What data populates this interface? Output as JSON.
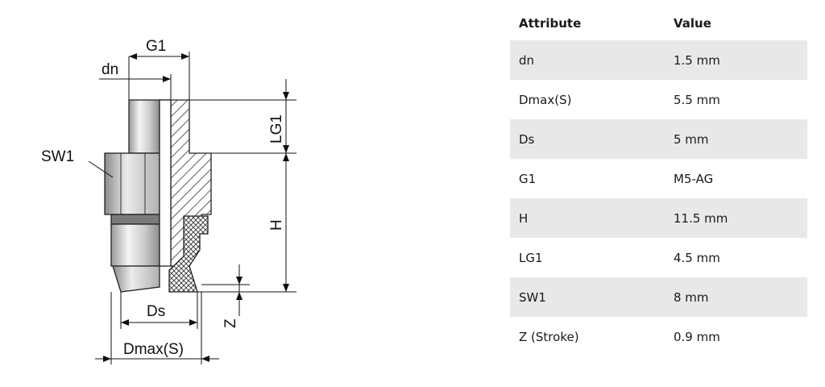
{
  "drawing": {
    "labels": {
      "g1": "G1",
      "dn": "dn",
      "sw1": "SW1",
      "lg1": "LG1",
      "h": "H",
      "ds": "Ds",
      "z": "Z",
      "dmax": "Dmax(S)"
    }
  },
  "table": {
    "headers": {
      "attribute": "Attribute",
      "value": "Value"
    },
    "rows": [
      {
        "attribute": "dn",
        "value": "1.5 mm"
      },
      {
        "attribute": "Dmax(S)",
        "value": "5.5 mm"
      },
      {
        "attribute": "Ds",
        "value": "5 mm"
      },
      {
        "attribute": "G1",
        "value": "M5-AG"
      },
      {
        "attribute": "H",
        "value": "11.5 mm"
      },
      {
        "attribute": "LG1",
        "value": "4.5 mm"
      },
      {
        "attribute": "SW1",
        "value": "8 mm"
      },
      {
        "attribute": "Z (Stroke)",
        "value": "0.9 mm"
      }
    ]
  }
}
